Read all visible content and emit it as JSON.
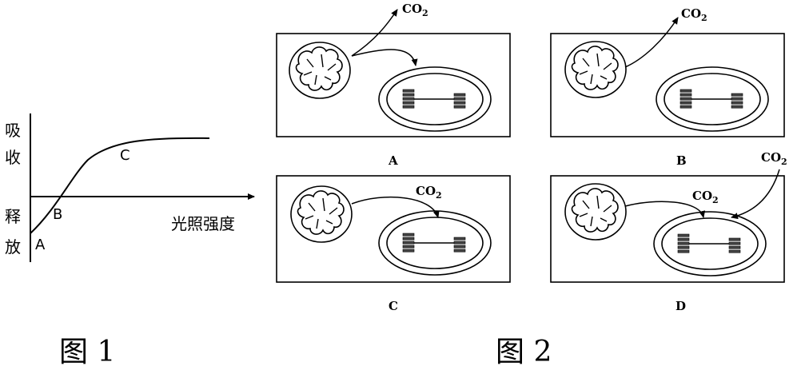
{
  "figure1": {
    "caption": "图 1",
    "y_label_top": [
      "吸",
      "收"
    ],
    "y_label_bottom": [
      "释",
      "放"
    ],
    "x_label": "光照强度",
    "points": [
      "A",
      "B",
      "C"
    ]
  },
  "figure2": {
    "caption": "图 2",
    "gas": "CO",
    "gas_sub": "2",
    "panels": [
      {
        "label": "A"
      },
      {
        "label": "B"
      },
      {
        "label": "C"
      },
      {
        "label": "D"
      }
    ]
  },
  "colors": {
    "ink": "#000000",
    "background": "#ffffff"
  }
}
